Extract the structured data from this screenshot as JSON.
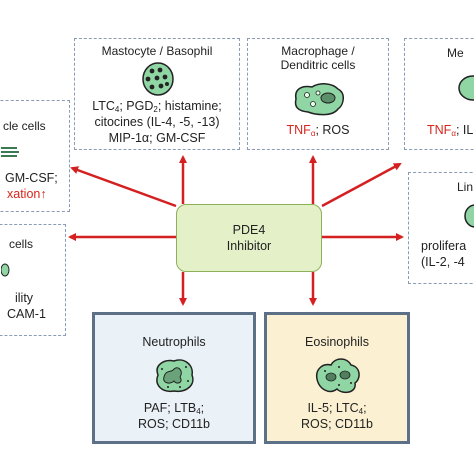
{
  "center": {
    "line1": "PDE4",
    "line2": "Inhibitor"
  },
  "mast": {
    "title": "Mastocyte / Basophil",
    "l1_a": "LTC",
    "l1_a_sub": "4",
    "l1_b": "; PGD",
    "l1_b_sub": "2",
    "l1_c": "; histamine;",
    "l2": "citocines (IL-4, -5, -13)",
    "l3": "MIP-1α; GM-CSF"
  },
  "macro": {
    "title1": "Macrophage /",
    "title2": "Denditric cells",
    "tnf": "TNF",
    "tnf_sub": "α",
    "rest": "; ROS"
  },
  "right_top": {
    "title": "Me",
    "tnf": "TNF",
    "tnf_sub": "α",
    "rest": "; IL"
  },
  "right_mid": {
    "title": "Lin",
    "l1": "prolifera",
    "l2": "(IL-2, -4"
  },
  "left_top": {
    "title": "cle cells",
    "l1": "GM-CSF;",
    "l2": "xation↑"
  },
  "left_mid": {
    "title": "cells",
    "l1": "ility",
    "l2": "CAM-1"
  },
  "neutro": {
    "title": "Neutrophils",
    "l1_a": "PAF; LTB",
    "l1_sub": "4",
    "l1_b": ";",
    "l2": "ROS; CD11b"
  },
  "eosino": {
    "title": "Eosinophils",
    "l1_a": "IL-5; LTC",
    "l1_sub": "4",
    "l1_b": ";",
    "l2": "ROS; CD11b"
  },
  "colors": {
    "arrow": "#d42020",
    "neutro_bg": "#eaf1f7",
    "eosino_bg": "#fbf1d2",
    "cell_green": "#8fd6a4"
  }
}
